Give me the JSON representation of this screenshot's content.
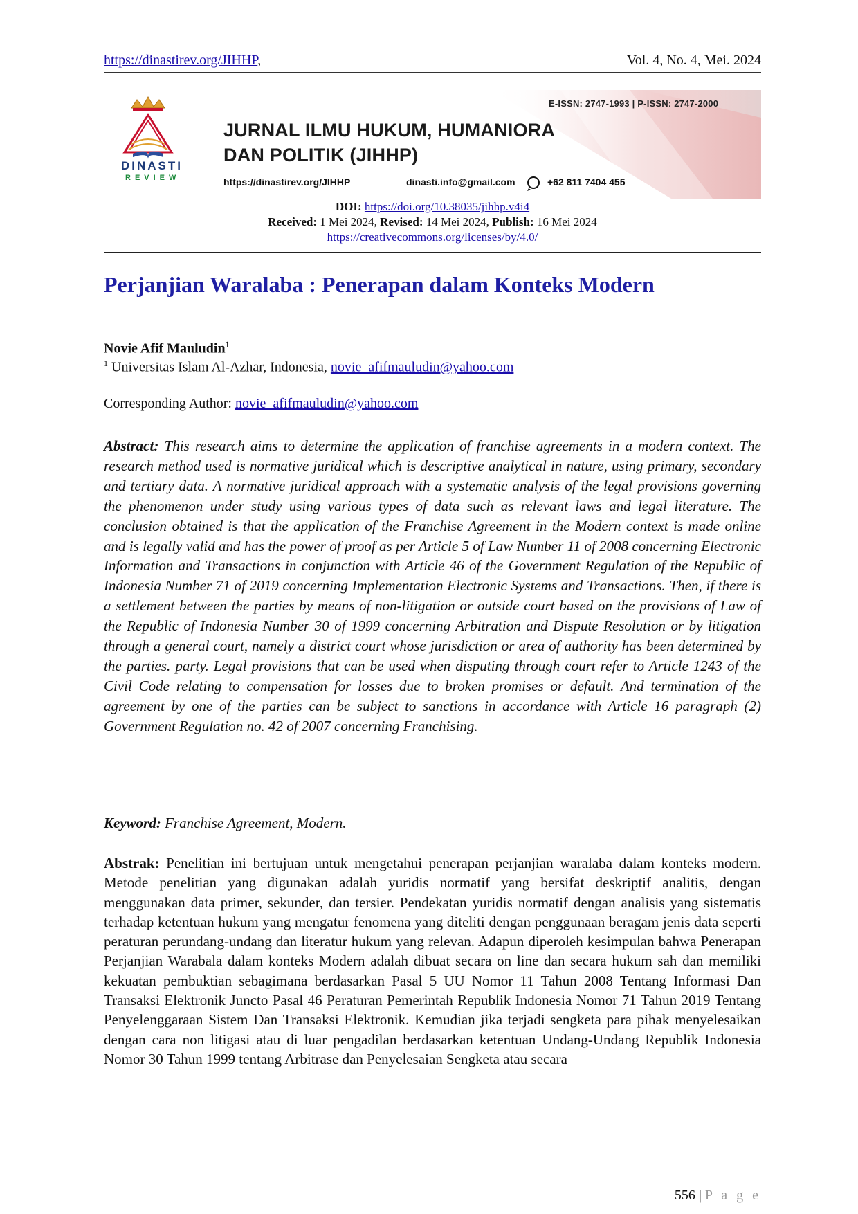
{
  "header": {
    "url": "https://dinastirev.org/JIHHP",
    "url_suffix": ",",
    "volume": "Vol. 4, No. 4, Mei. 2024"
  },
  "banner": {
    "issn": "E-ISSN: 2747-1993 | P-ISSN: 2747-2000",
    "title_line1": "JURNAL ILMU HUKUM, HUMANIORA",
    "title_line2": "DAN POLITIK (JIHHP)",
    "website": "https://dinastirev.org/JIHHP",
    "email": "dinasti.info@gmail.com",
    "phone": "+62 811 7404 455",
    "logo_text": "DINASTI",
    "logo_sub": "REVIEW",
    "brand_blue": "#1c3a78",
    "brand_green": "#1b8a3a",
    "accent_red": "#c8102e"
  },
  "meta": {
    "doi_label": "DOI:",
    "doi": "https://doi.org/10.38035/jihhp.v4i4",
    "received_label": "Received:",
    "received": "1 Mei 2024,",
    "revised_label": "Revised:",
    "revised": "14 Mei 2024,",
    "publish_label": "Publish:",
    "publish": "16 Mei 2024",
    "license": "https://creativecommons.org/licenses/by/4.0/"
  },
  "paper": {
    "title": "Perjanjian Waralaba : Penerapan dalam Konteks Modern",
    "author": "Novie Afif Mauludin",
    "author_sup": "1",
    "affil_sup": "1",
    "affiliation": "Universitas Islam Al-Azhar, Indonesia,",
    "affil_email": "novie_afifmauludin@yahoo.com",
    "corr_label": "Corresponding Author:",
    "corr_email": "novie_afifmauludin@yahoo.com",
    "abstract_label": "Abstract:",
    "abstract": "This research aims to determine the application of franchise agreements in a modern context. The research method used is normative juridical which is descriptive analytical in nature, using primary, secondary and tertiary data. A normative juridical approach with a systematic analysis of the legal provisions governing the phenomenon under study using various types of data such as relevant laws and legal literature. The conclusion obtained is that the application of the Franchise Agreement in the Modern context is made online and is legally valid and has the power of proof as per Article 5 of Law Number 11 of 2008 concerning Electronic Information and Transactions in conjunction with Article 46 of the Government Regulation of the Republic of Indonesia Number 71 of 2019 concerning Implementation Electronic Systems and Transactions. Then, if there is a settlement between the parties by means of non-litigation or outside court based on the provisions of Law of the Republic of Indonesia Number 30 of 1999 concerning Arbitration and Dispute Resolution or by litigation through a general court, namely a district court whose jurisdiction or area of authority has been determined by the parties. party. Legal provisions that can be used when disputing through court refer to Article 1243 of the Civil Code relating to compensation for losses due to broken promises or default. And termination of the agreement by one of the parties can be subject to sanctions in accordance with Article 16 paragraph (2) Government Regulation no. 42 of 2007 concerning Franchising.",
    "keyword_label": "Keyword:",
    "keywords": "Franchise Agreement, Modern.",
    "abstrak_label": "Abstrak:",
    "abstrak": "Penelitian ini bertujuan untuk mengetahui penerapan perjanjian waralaba dalam konteks modern. Metode penelitian yang digunakan adalah yuridis normatif yang bersifat deskriptif analitis, dengan menggunakan data primer, sekunder, dan tersier. Pendekatan yuridis normatif dengan analisis yang sistematis terhadap ketentuan hukum yang mengatur fenomena yang diteliti dengan penggunaan beragam jenis data seperti peraturan perundang-undang dan literatur hukum yang relevan. Adapun diperoleh kesimpulan bahwa Penerapan Perjanjian Warabala dalam konteks Modern adalah dibuat secara on line dan secara hukum sah dan memiliki kekuatan pembuktian sebagimana berdasarkan Pasal 5 UU Nomor 11 Tahun 2008 Tentang Informasi Dan Transaksi Elektronik Juncto Pasal 46 Peraturan Pemerintah Republik Indonesia Nomor 71 Tahun 2019 Tentang Penyelenggaraan Sistem Dan Transaksi Elektronik. Kemudian jika terjadi sengketa para pihak menyelesaikan dengan cara non litigasi atau di luar pengadilan berdasarkan ketentuan Undang-Undang Republik Indonesia Nomor 30 Tahun 1999 tentang Arbitrase dan Penyelesaian Sengketa atau secara"
  },
  "footer": {
    "page_number": "556",
    "separator": "|",
    "page_label": "P a g e"
  }
}
